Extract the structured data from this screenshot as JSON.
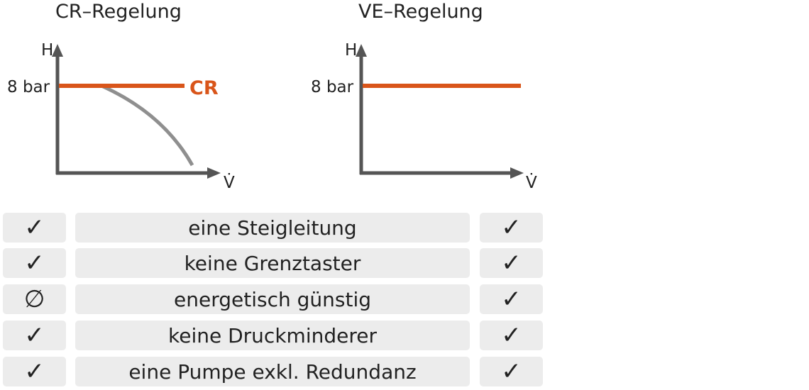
{
  "colors": {
    "axis": "#555555",
    "cr_line": "#d9551a",
    "curve": "#8f8f8f",
    "cell_bg": "#ececec",
    "text": "#222222"
  },
  "charts": [
    {
      "title": "CR–Regelung",
      "y_axis_label": "H",
      "x_axis_label": "V̇",
      "level_label": "8 bar",
      "line_label": "CR"
    },
    {
      "title": "VE–Regelung",
      "y_axis_label": "H",
      "x_axis_label": "V̇",
      "level_label": "8 bar",
      "line_label": ""
    }
  ],
  "table": {
    "rows": [
      {
        "cr": "✓",
        "criterion": "eine Steigleitung",
        "ve": "✓"
      },
      {
        "cr": "✓",
        "criterion": "keine Grenztaster",
        "ve": "✓"
      },
      {
        "cr": "∅",
        "criterion": "energetisch günstig",
        "ve": "✓"
      },
      {
        "cr": "✓",
        "criterion": "keine Druckminderer",
        "ve": "✓"
      },
      {
        "cr": "✓",
        "criterion": "eine Pumpe exkl. Redundanz",
        "ve": "✓"
      }
    ]
  }
}
